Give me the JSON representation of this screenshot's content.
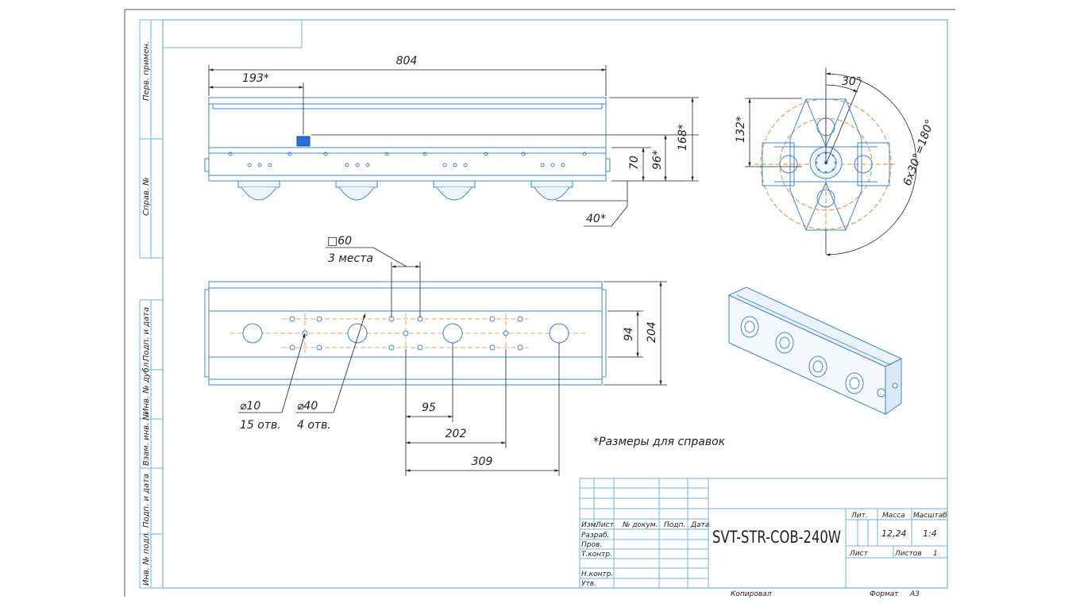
{
  "sidebar": {
    "perv_primen": "Перв. примен.",
    "sprav_no": "Справ. №",
    "podp_data_1": "Подп. и дата",
    "inv_dubl": "Инв. № дубл.",
    "vzam_inv": "Взам. инв. №",
    "podp_data_2": "Подп. и дата",
    "inv_podl": "Инв. № подл."
  },
  "front_view": {
    "dim_length": "804",
    "dim_offset": "193*",
    "dim_70": "70",
    "dim_96": "96*",
    "dim_168": "168*",
    "dim_40": "40*"
  },
  "side_view": {
    "dim_angle": "30°",
    "dim_height": "132*",
    "dim_arc": "6x30°=180°"
  },
  "plan_view": {
    "square_label": "□60",
    "square_count": "3 места",
    "dim_94": "94",
    "dim_204": "204",
    "hole_small_dia": "⌀10",
    "hole_small_count": "15 отв.",
    "hole_big_dia": "⌀40",
    "hole_big_count": "4 отв.",
    "dim_95": "95",
    "dim_202": "202",
    "dim_309": "309"
  },
  "note": "*Размеры для справок",
  "title_block": {
    "designation": "SVT-STR-COB-240W",
    "col_izm": "Изм.",
    "col_list": "Лист",
    "col_doc": "№ докум.",
    "col_podp": "Подп.",
    "col_date": "Дата",
    "row_razrab": "Разраб.",
    "row_prov": "Пров.",
    "row_tkontr": "Т.контр.",
    "row_nkontr": "Н.контр.",
    "row_utv": "Утв.",
    "lit_label": "Лит.",
    "mass_label": "Масса",
    "scale_label": "Масштаб",
    "mass_value": "12,24",
    "scale_value": "1:4",
    "sheet_label": "Лист",
    "sheets_label": "Листов",
    "sheets_value": "1",
    "copied": "Копировал",
    "format_label": "Формат",
    "format_value": "A3"
  }
}
